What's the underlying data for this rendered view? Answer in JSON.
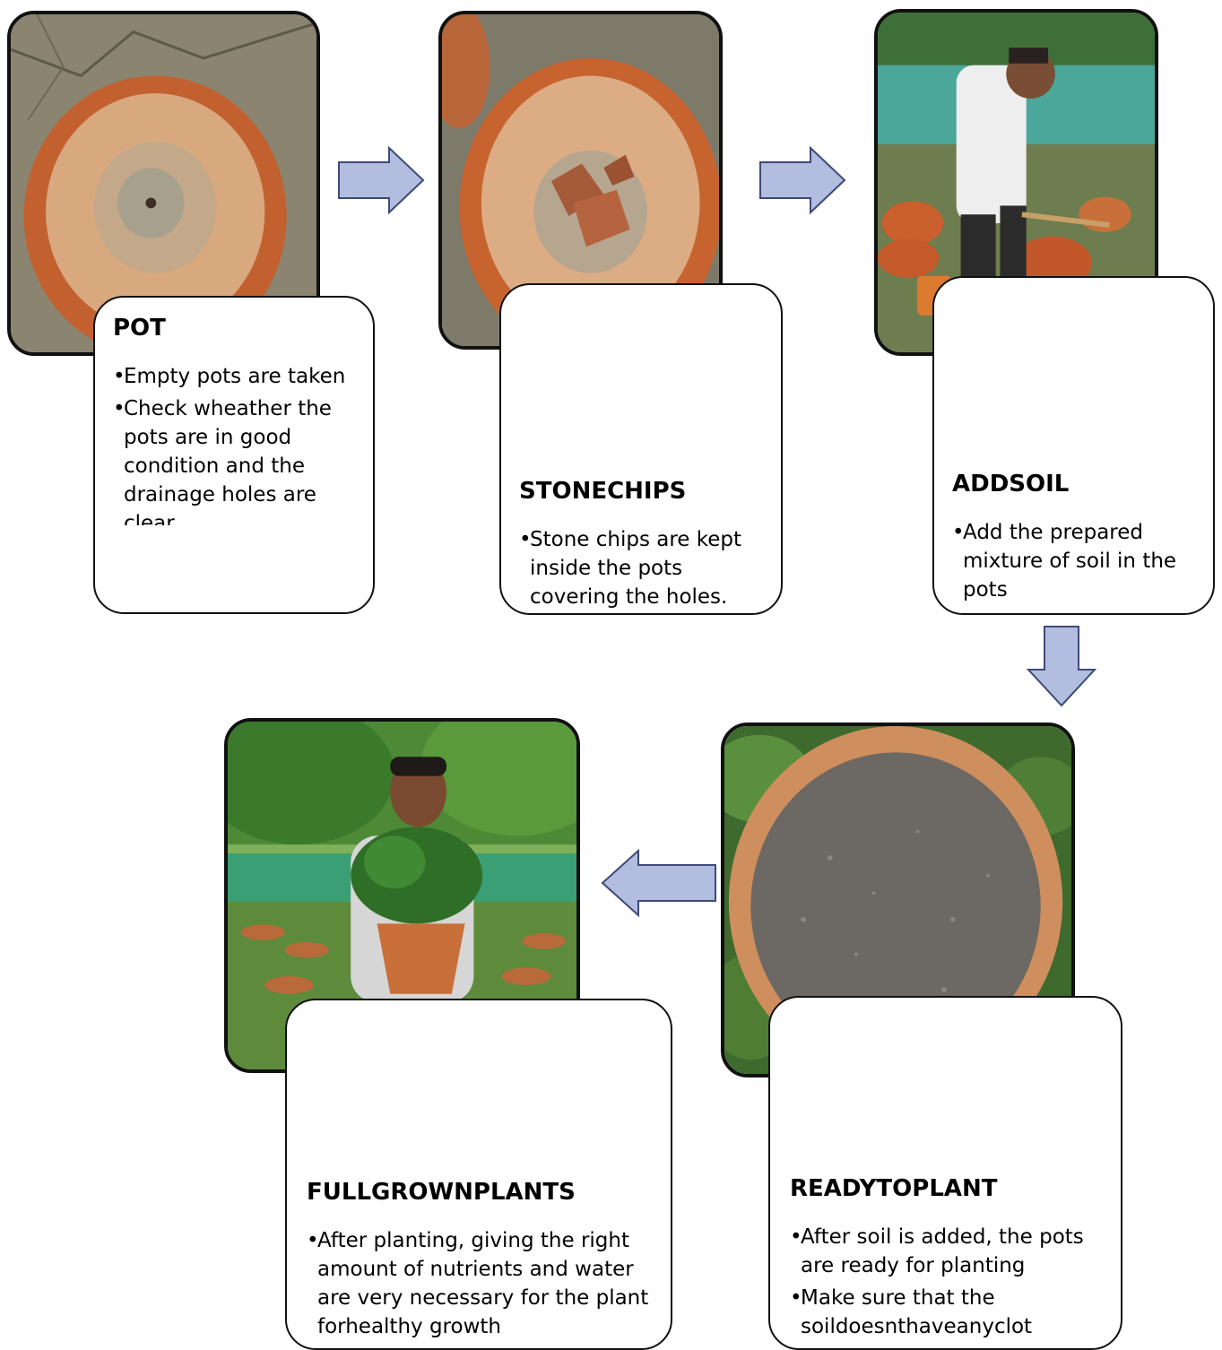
{
  "steps": [
    {
      "title": "POT",
      "bullets": [
        "Empty pots are taken",
        "Check wheather the pots are in good condition and the drainage holes are clear"
      ]
    },
    {
      "title": "STONECHIPS",
      "bullets": [
        "Stone chips are kept inside the pots covering the holes."
      ]
    },
    {
      "title": "ADDSOIL",
      "bullets": [
        "Add the prepared mixture of soil in the pots"
      ]
    },
    {
      "title": "READYTOPLANT",
      "bullets": [
        "After soil is added, the pots are ready for planting",
        "Make sure that the soildoesnthaveanyclot"
      ]
    },
    {
      "title": "FULLGROWNPLANTS",
      "bullets": [
        "After planting, giving the right amount of nutrients and water are very necessary for the plant forhealthy growth"
      ]
    }
  ],
  "bullet_glyph": "•",
  "colors": {
    "arrow_fill": "#b3bde0",
    "arrow_stroke": "#3d4a78",
    "card_border": "#111111"
  },
  "photos": [
    "empty-pot-photo",
    "pot-with-stone-chips-photo",
    "man-adding-soil-photo",
    "pot-filled-with-soil-photo",
    "man-holding-grown-plant-photo"
  ]
}
